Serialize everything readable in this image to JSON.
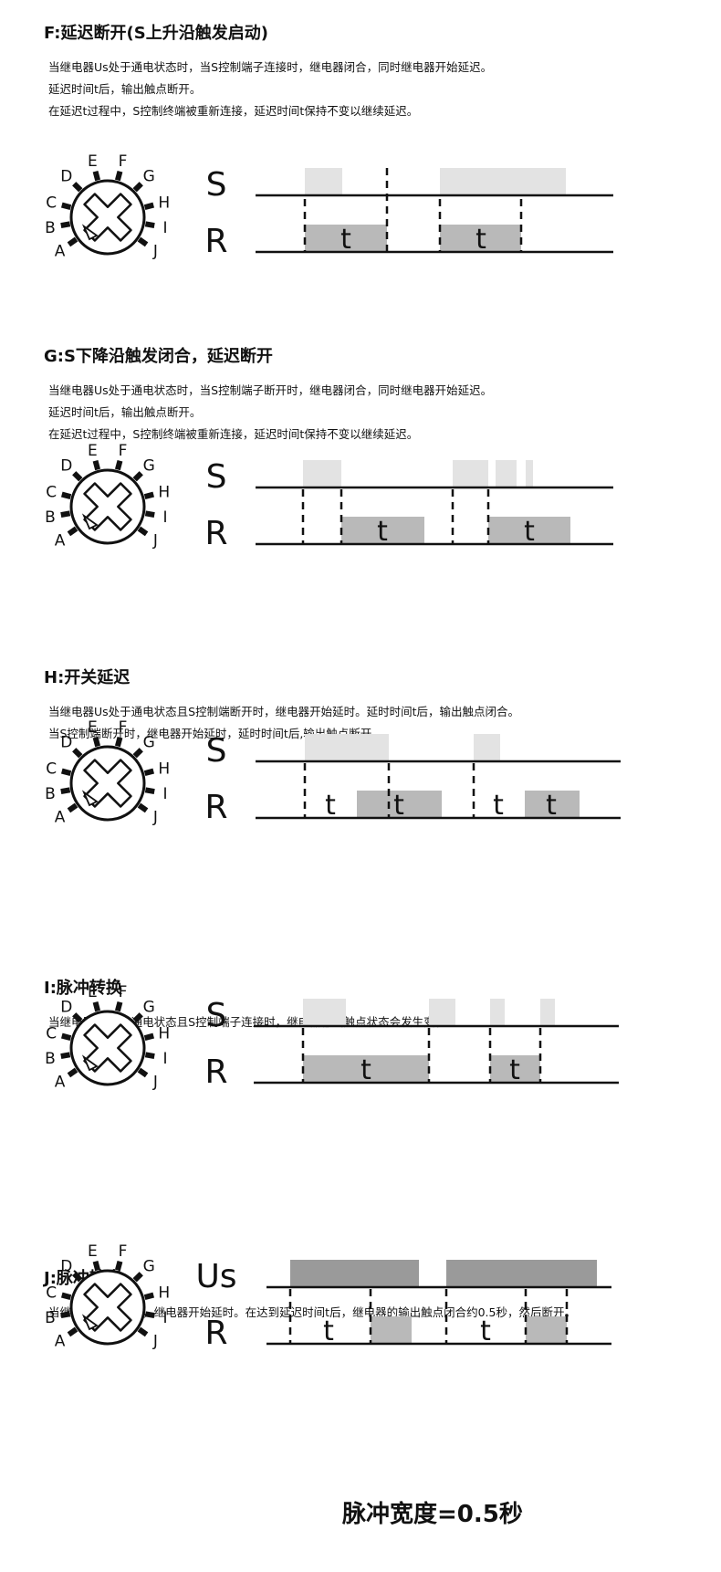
{
  "dial_labels": [
    "A",
    "B",
    "C",
    "D",
    "E",
    "F",
    "G",
    "H",
    "I",
    "J"
  ],
  "sections": [
    {
      "id": "F",
      "title": "F:延迟断开(S上升沿触发启动)",
      "lines": [
        "当继电器Us处于通电状态时，当S控制端子连接时，继电器闭合，同时继电器开始延迟。",
        "延迟时间t后，输出触点断开。",
        "在延迟t过程中，S控制终端被重新连接，延迟时间t保持不变以继续延迟。"
      ],
      "signal_top": "S",
      "signal_bottom": "R",
      "t_labels": [
        "t",
        "t"
      ]
    },
    {
      "id": "G",
      "title": "G:S下降沿触发闭合，延迟断开",
      "lines": [
        "当继电器Us处于通电状态时，当S控制端子断开时，继电器闭合，同时继电器开始延迟。",
        "延迟时间t后，输出触点断开。",
        "在延迟t过程中，S控制终端被重新连接，延迟时间t保持不变以继续延迟。"
      ],
      "signal_top": "S",
      "signal_bottom": "R",
      "t_labels": [
        "t",
        "t"
      ]
    },
    {
      "id": "H",
      "title": "H:开关延迟",
      "lines": [
        "当继电器Us处于通电状态且S控制端断开时，继电器开始延时。延时时间t后，输出触点闭合。",
        "当S控制端断开时，继电器开始延时，延时时间t后,输出触点断开。"
      ],
      "signal_top": "S",
      "signal_bottom": "R",
      "t_labels": [
        "t",
        "t",
        "t",
        "t"
      ]
    },
    {
      "id": "I",
      "title": "I:脉冲转换",
      "lines": [
        "当继电器Us处于通电状态且S控制端子连接时，继电器输出触点状态会发生变化。"
      ],
      "signal_top": "S",
      "signal_bottom": "R",
      "t_labels": [
        "t",
        "t"
      ]
    },
    {
      "id": "J",
      "title": "J:脉冲输出",
      "lines": [
        "当继电器Us通电时，继电器开始延时。在达到延迟时间t后，继电器的输出触点闭合约0.5秒，然后断开。"
      ],
      "signal_top": "Us",
      "signal_bottom": "R",
      "t_labels": [
        "t",
        "t"
      ],
      "footer": "脉冲宽度=0.5秒"
    }
  ],
  "colors": {
    "s_pulse": "#e3e3e3",
    "r_pulse": "#b9b9b9",
    "us_pulse": "#9a9a9a",
    "line": "#111111"
  }
}
